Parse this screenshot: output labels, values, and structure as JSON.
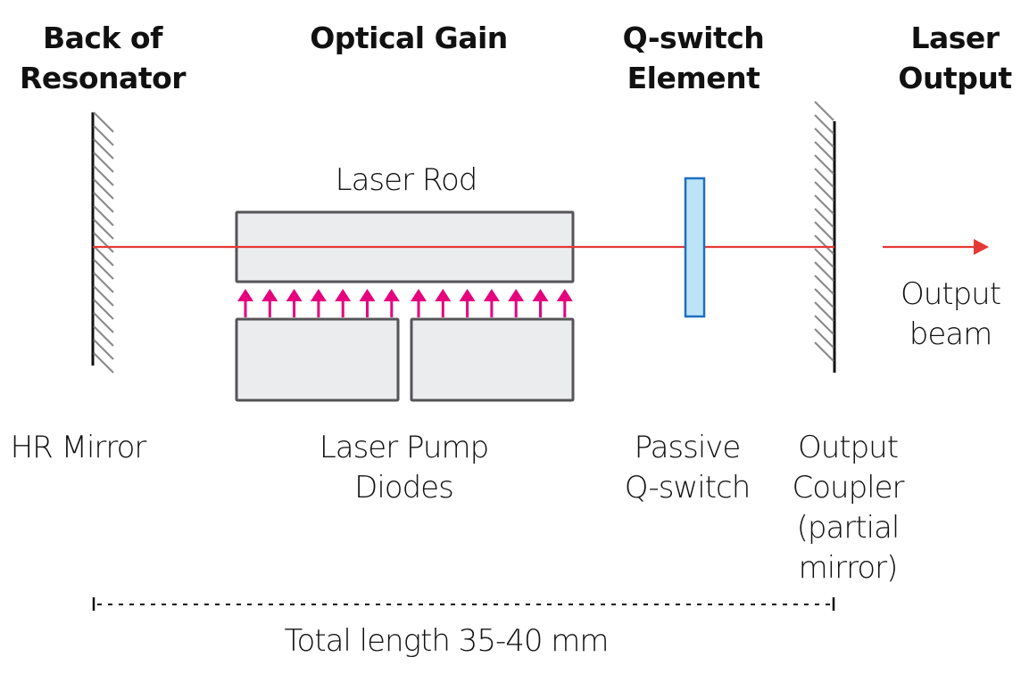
{
  "headers": {
    "back": "Back of\nResonator",
    "gain": "Optical Gain",
    "qswitch": "Q-switch\nElement",
    "output": "Laser\nOutput"
  },
  "labels": {
    "laser_rod": "Laser Rod",
    "output_beam": "Output\nbeam",
    "hr_mirror": "HR Mirror",
    "pump_diodes": "Laser Pump\nDiodes",
    "passive_qswitch": "Passive\nQ-switch",
    "output_coupler": "Output\nCoupler\n(partial\nmirror)",
    "total_length": "Total length 35-40 mm"
  },
  "colors": {
    "beam": "#e53935",
    "pump_arrow": "#e6007e",
    "qswitch_fill": "#bde3f7",
    "qswitch_stroke": "#1e6fc0",
    "box_fill": "#ebecee",
    "box_stroke": "#555558",
    "mirror": "#111111",
    "hatch": "#8c8c8c"
  },
  "pump_arrow_count": 14
}
